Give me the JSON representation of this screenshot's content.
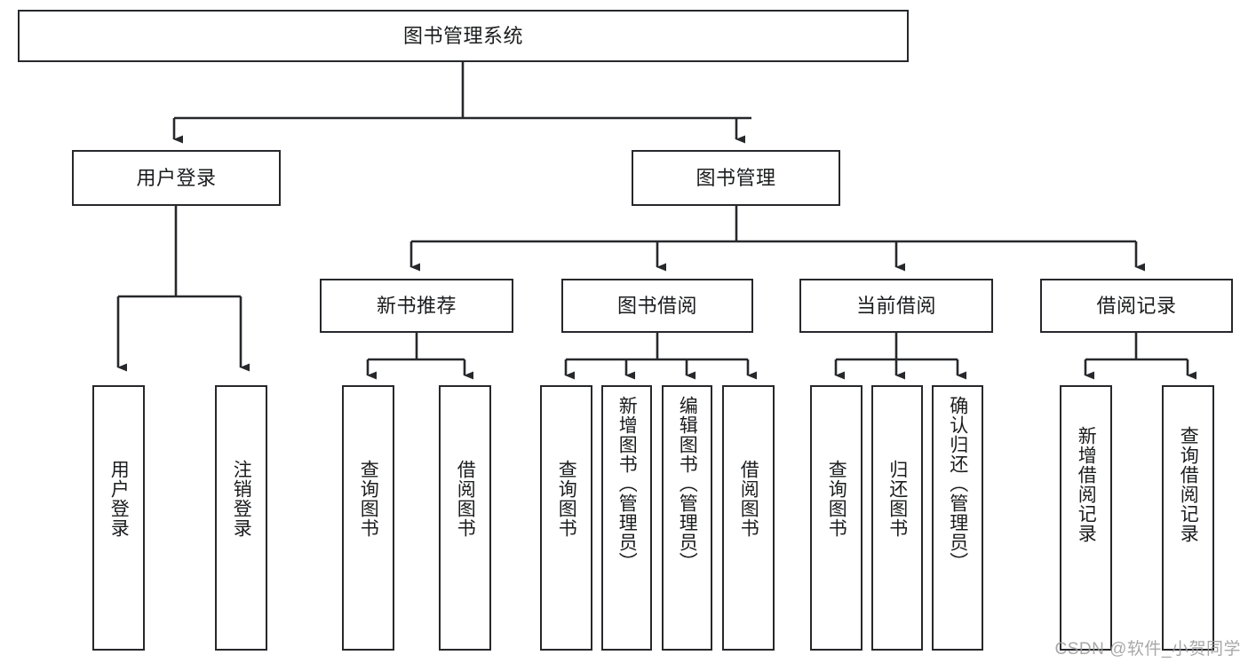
{
  "diagram": {
    "type": "tree",
    "title": "图书管理系统",
    "watermark": "CSDN @软件_小贺同学",
    "colors": {
      "stroke": "#26282b",
      "fill": "#ffffff",
      "text": "#1b1c1e",
      "watermark": "#9a9a9a"
    },
    "levels": {
      "root": "图书管理系统",
      "level2": [
        "用户登录",
        "图书管理"
      ],
      "level3": [
        "新书推荐",
        "图书借阅",
        "当前借阅",
        "借阅记录"
      ]
    },
    "nodes": {
      "root": {
        "label": "图书管理系统"
      },
      "user_login": {
        "label": "用户登录"
      },
      "book_manage": {
        "label": "图书管理"
      },
      "new_book_rec": {
        "label": "新书推荐"
      },
      "book_borrow": {
        "label": "图书借阅"
      },
      "current_borrow": {
        "label": "当前借阅"
      },
      "borrow_record": {
        "label": "借阅记录"
      },
      "leaf_user_login": {
        "label": "用户登录"
      },
      "leaf_user_logout": {
        "label": "注销登录"
      },
      "leaf_rec_query": {
        "label": "查询图书"
      },
      "leaf_rec_borrow": {
        "label": "借阅图书"
      },
      "leaf_borrow_query": {
        "label": "查询图书"
      },
      "leaf_borrow_add": {
        "label": "新增图书（管理员）"
      },
      "leaf_borrow_edit": {
        "label": "编辑图书（管理员）"
      },
      "leaf_borrow_lend": {
        "label": "借阅图书"
      },
      "leaf_cur_query": {
        "label": "查询图书"
      },
      "leaf_cur_return": {
        "label": "归还图书"
      },
      "leaf_cur_confirm": {
        "label": "确认归还（管理员）"
      },
      "leaf_rec_add": {
        "label": "新增借阅记录"
      },
      "leaf_rec_query2": {
        "label": "查询借阅记录"
      }
    },
    "edges": [
      {
        "from": "root",
        "to": "user_login"
      },
      {
        "from": "root",
        "to": "book_manage"
      },
      {
        "from": "user_login",
        "to": "leaf_user_login"
      },
      {
        "from": "user_login",
        "to": "leaf_user_logout"
      },
      {
        "from": "book_manage",
        "to": "new_book_rec"
      },
      {
        "from": "book_manage",
        "to": "book_borrow"
      },
      {
        "from": "book_manage",
        "to": "current_borrow"
      },
      {
        "from": "book_manage",
        "to": "borrow_record"
      },
      {
        "from": "new_book_rec",
        "to": "leaf_rec_query"
      },
      {
        "from": "new_book_rec",
        "to": "leaf_rec_borrow"
      },
      {
        "from": "book_borrow",
        "to": "leaf_borrow_query"
      },
      {
        "from": "book_borrow",
        "to": "leaf_borrow_add"
      },
      {
        "from": "book_borrow",
        "to": "leaf_borrow_edit"
      },
      {
        "from": "book_borrow",
        "to": "leaf_borrow_lend"
      },
      {
        "from": "current_borrow",
        "to": "leaf_cur_query"
      },
      {
        "from": "current_borrow",
        "to": "leaf_cur_return"
      },
      {
        "from": "current_borrow",
        "to": "leaf_cur_confirm"
      },
      {
        "from": "borrow_record",
        "to": "leaf_rec_add"
      },
      {
        "from": "borrow_record",
        "to": "leaf_rec_query2"
      }
    ]
  }
}
